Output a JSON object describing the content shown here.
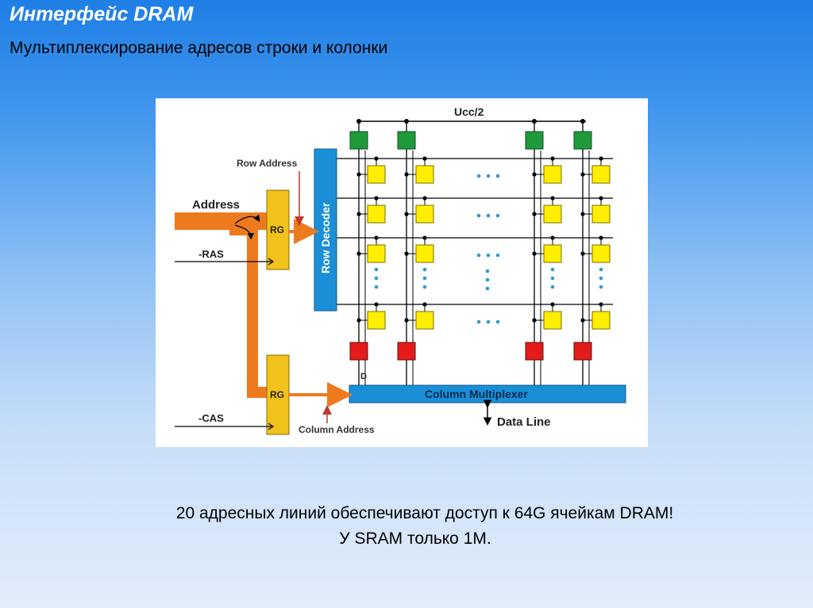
{
  "slide": {
    "title": "Интерфейс DRAM",
    "subtitle": "Мультиплексирование адресов строки и колонки",
    "caption_line1": "20 адресных линий обеспечивают доступ к 64G ячейкам DRAM!",
    "caption_line2": "У SRAM только 1M."
  },
  "diagram": {
    "ucc_label": "Ucc/2",
    "row_address_label": "Row Address",
    "address_label": "Address",
    "ras_label": "-RAS",
    "cas_label": "-CAS",
    "rg_label_top": "RG",
    "rg_label_bottom": "RG",
    "row_decoder_label": "Row Decoder",
    "column_multiplexer_label": "Column Multiplexer",
    "column_address_label": "Column Address",
    "data_line_label": "Data Line",
    "d_label": "D",
    "colors": {
      "precharge": "#1e9a3a",
      "cell": "#ffee00",
      "sense": "#e31b1b",
      "decoder": "#1a8fd8",
      "register": "#f2c21b",
      "bus": "#ee7a1e",
      "dots": "#3399cc"
    }
  }
}
